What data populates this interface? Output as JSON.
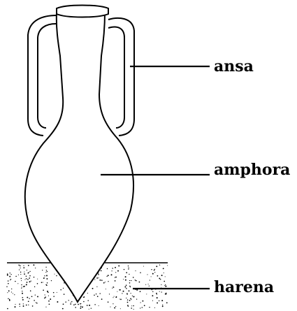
{
  "labels": {
    "ansa": "ansa",
    "amphora": "amphora",
    "harena": "harena"
  },
  "colors": {
    "ink": "#000000",
    "background": "#ffffff"
  }
}
